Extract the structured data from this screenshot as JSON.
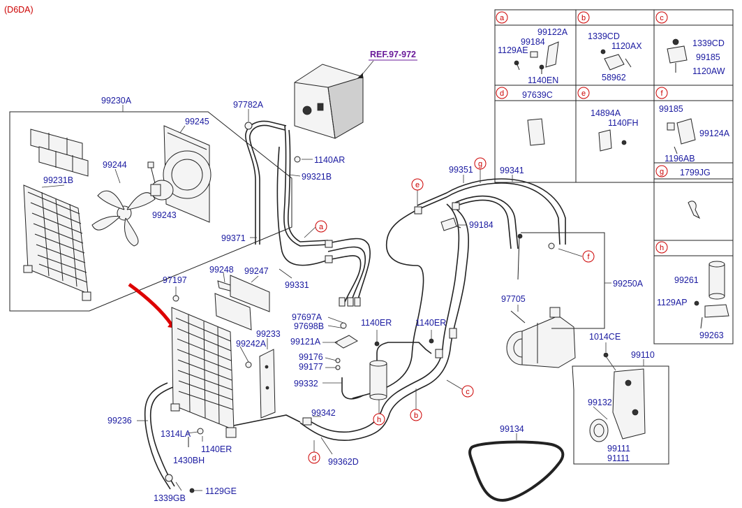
{
  "header": {
    "code": "(D6DA)"
  },
  "reference": {
    "text": "REF.97-972"
  },
  "colors": {
    "label": "#1a1aa0",
    "callout": "#cc0000",
    "reference": "#6a1a9a",
    "line": "#222222",
    "arrow": "#dd0000"
  },
  "labels": {
    "p99230A": "99230A",
    "p99245": "99245",
    "p99244": "99244",
    "p99231B": "99231B",
    "p99243": "99243",
    "p97782A": "97782A",
    "p1140AR": "1140AR",
    "p99321B": "99321B",
    "p99371": "99371",
    "p99331": "99331",
    "p99248": "99248",
    "p99247": "99247",
    "p97197": "97197",
    "p99233": "99233",
    "p99242A": "99242A",
    "p97697A": "97697A",
    "p97698B": "97698B",
    "p1140ER_a": "1140ER",
    "p1140ER_b": "1140ER",
    "p99121A": "99121A",
    "p99176": "99176",
    "p99177": "99177",
    "p99332": "99332",
    "p99351": "99351",
    "p99341": "99341",
    "p99184": "99184",
    "p99250A": "99250A",
    "p97705": "97705",
    "p1014CE": "1014CE",
    "p99110": "99110",
    "p99132": "99132",
    "p99111": "99111",
    "p91111": "91111",
    "p99134": "99134",
    "p99342": "99342",
    "p99362D": "99362D",
    "p99236": "99236",
    "p1314LA": "1314LA",
    "p1140ER_c": "1140ER",
    "p1430BH": "1430BH",
    "p1339GB": "1339GB",
    "p1129GE": "1129GE"
  },
  "callouts": {
    "a": "a",
    "b": "b",
    "c": "c",
    "d": "d",
    "e": "e",
    "f": "f",
    "g": "g",
    "h": "h"
  },
  "detail_boxes": {
    "a": {
      "code": "a",
      "parts": [
        "99122A",
        "99184",
        "1129AE",
        "1140EN"
      ]
    },
    "b": {
      "code": "b",
      "parts": [
        "1339CD",
        "1120AX",
        "58962"
      ]
    },
    "c": {
      "code": "c",
      "parts": [
        "1339CD",
        "99185",
        "1120AW"
      ]
    },
    "d": {
      "code": "d",
      "parts": [
        "97639C"
      ]
    },
    "e": {
      "code": "e",
      "parts": [
        "14894A",
        "1140FH"
      ]
    },
    "f": {
      "code": "f",
      "parts": [
        "99185",
        "99124A",
        "1196AB"
      ]
    },
    "g": {
      "code": "g",
      "parts": [
        "1799JG"
      ]
    },
    "h": {
      "code": "h",
      "parts": [
        "99261",
        "1129AP",
        "99263"
      ]
    }
  }
}
